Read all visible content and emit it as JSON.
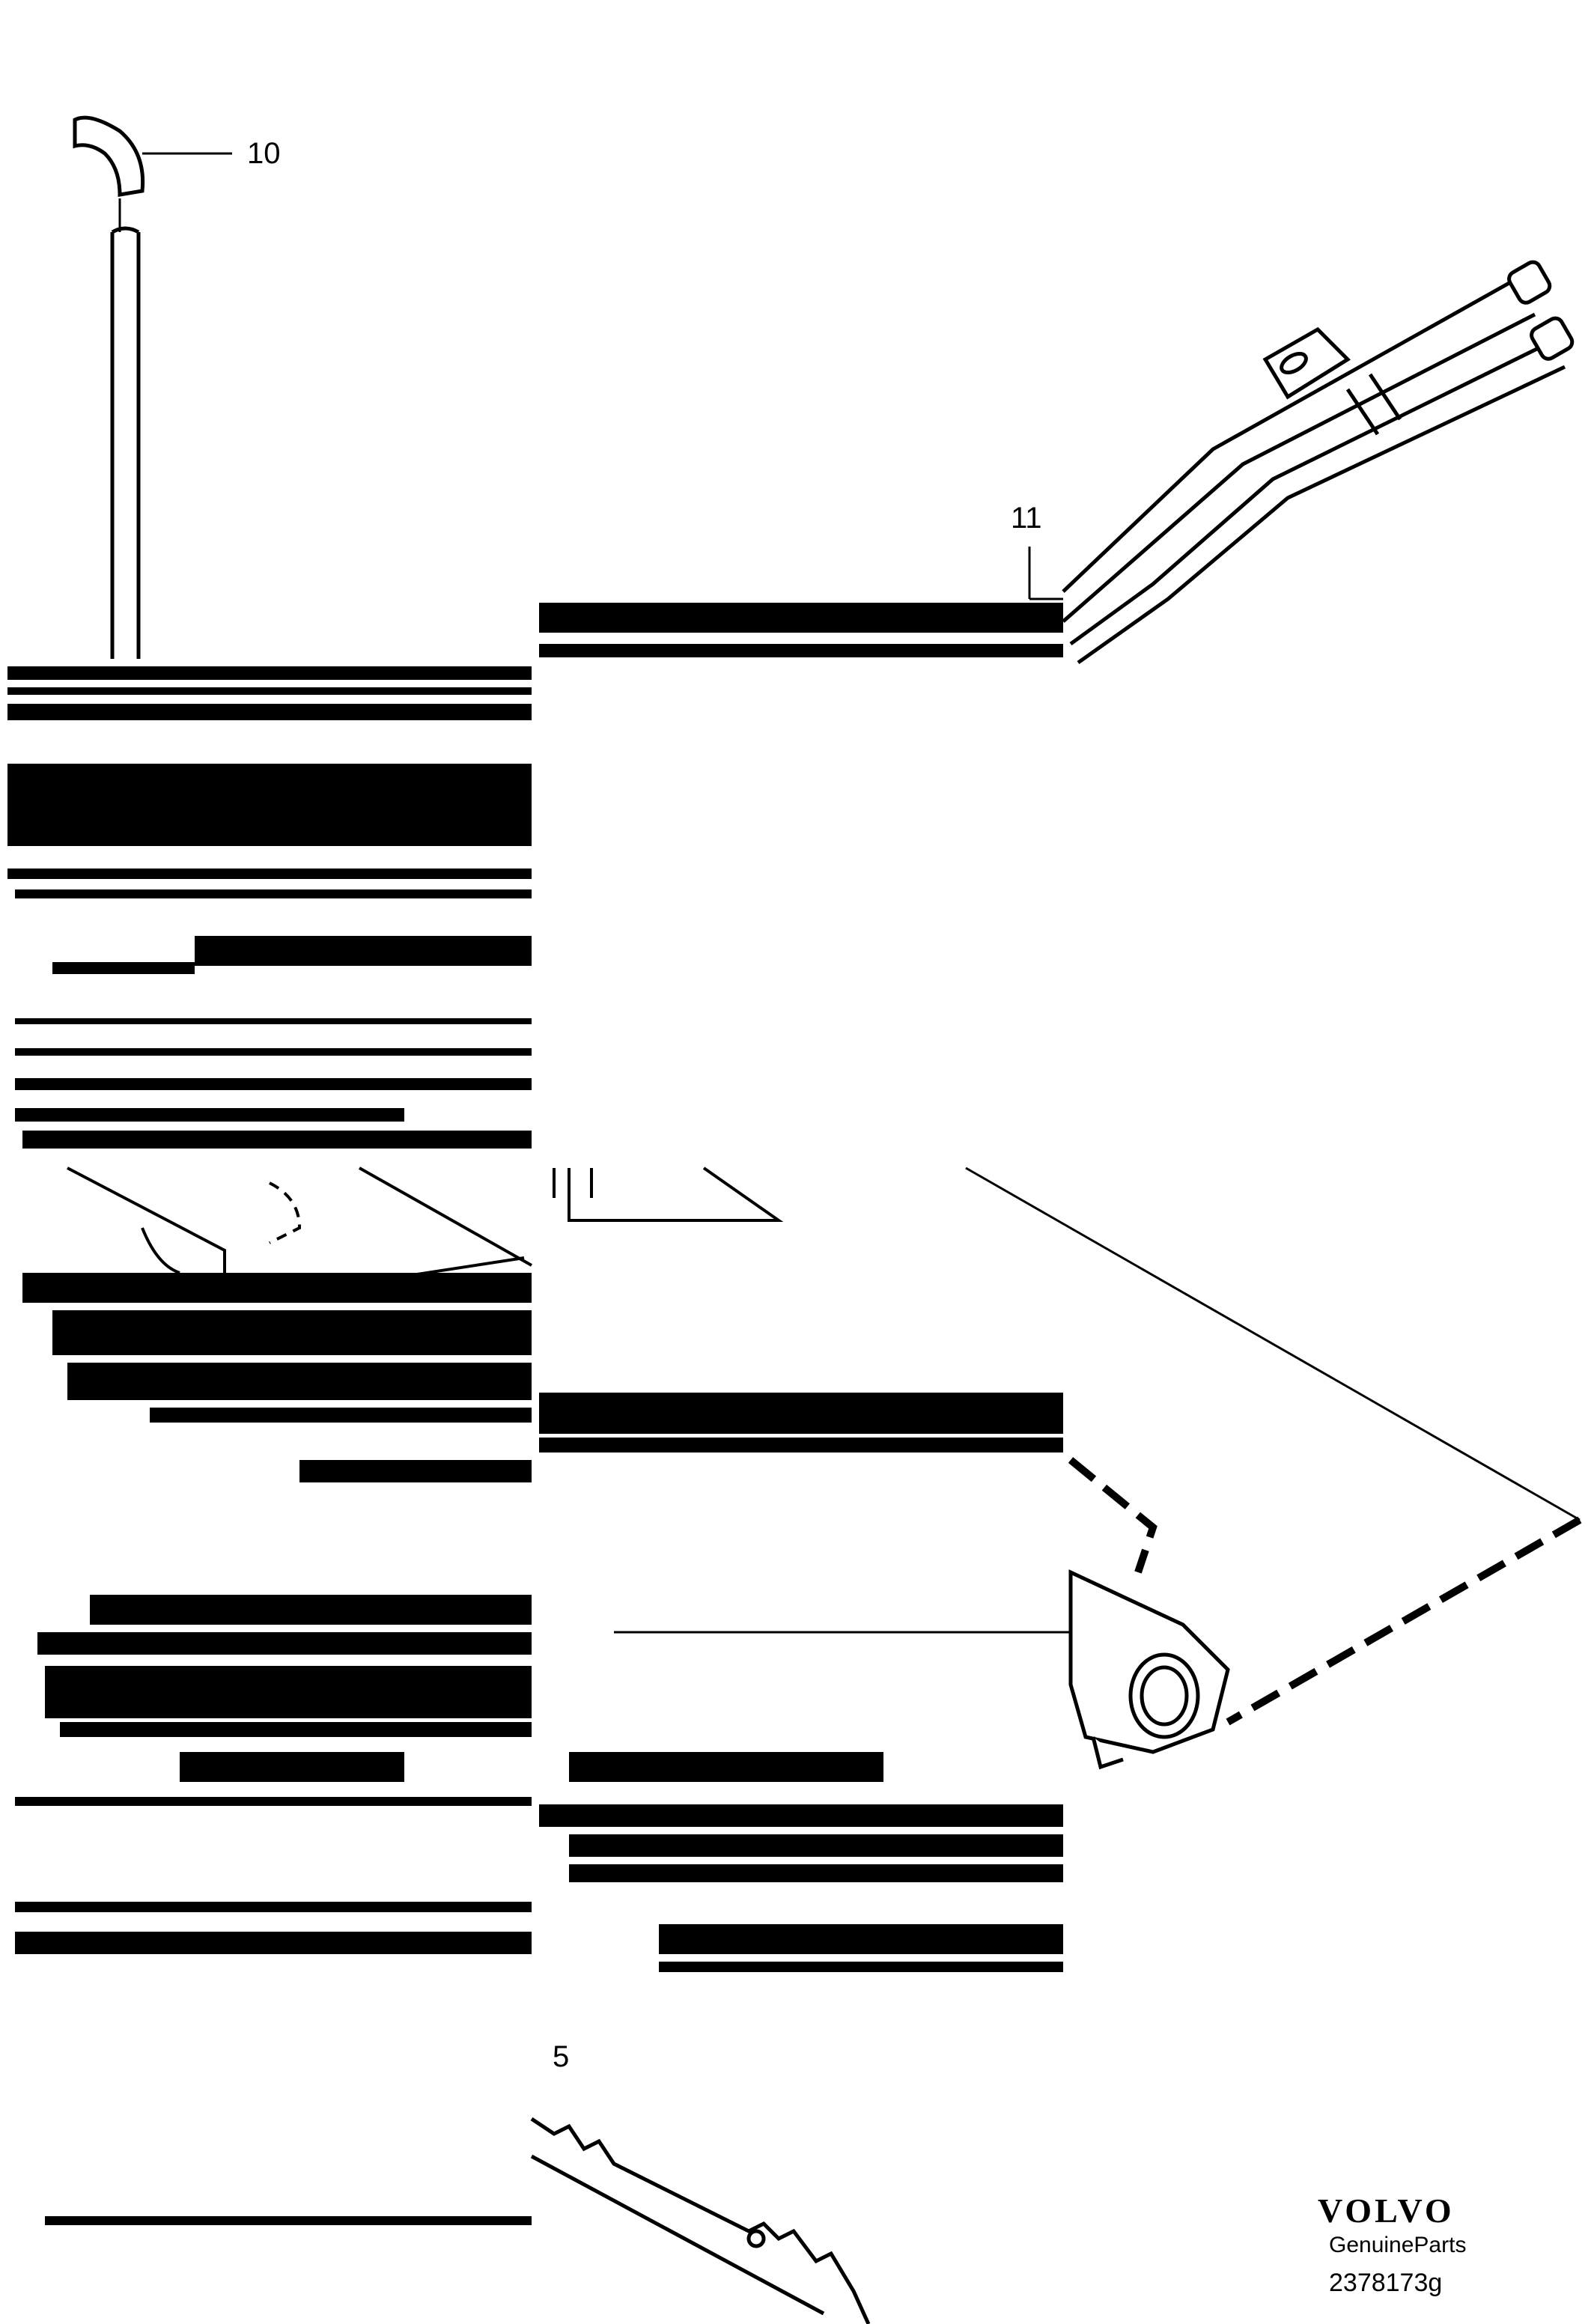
{
  "callouts": {
    "part_10": "10",
    "part_11": "11",
    "part_5": "5"
  },
  "brand": {
    "logo_text": "VOLVO",
    "subtitle": "GenuineParts",
    "reference": "2378173g"
  },
  "colors": {
    "ink": "#000000",
    "paper": "#ffffff"
  }
}
